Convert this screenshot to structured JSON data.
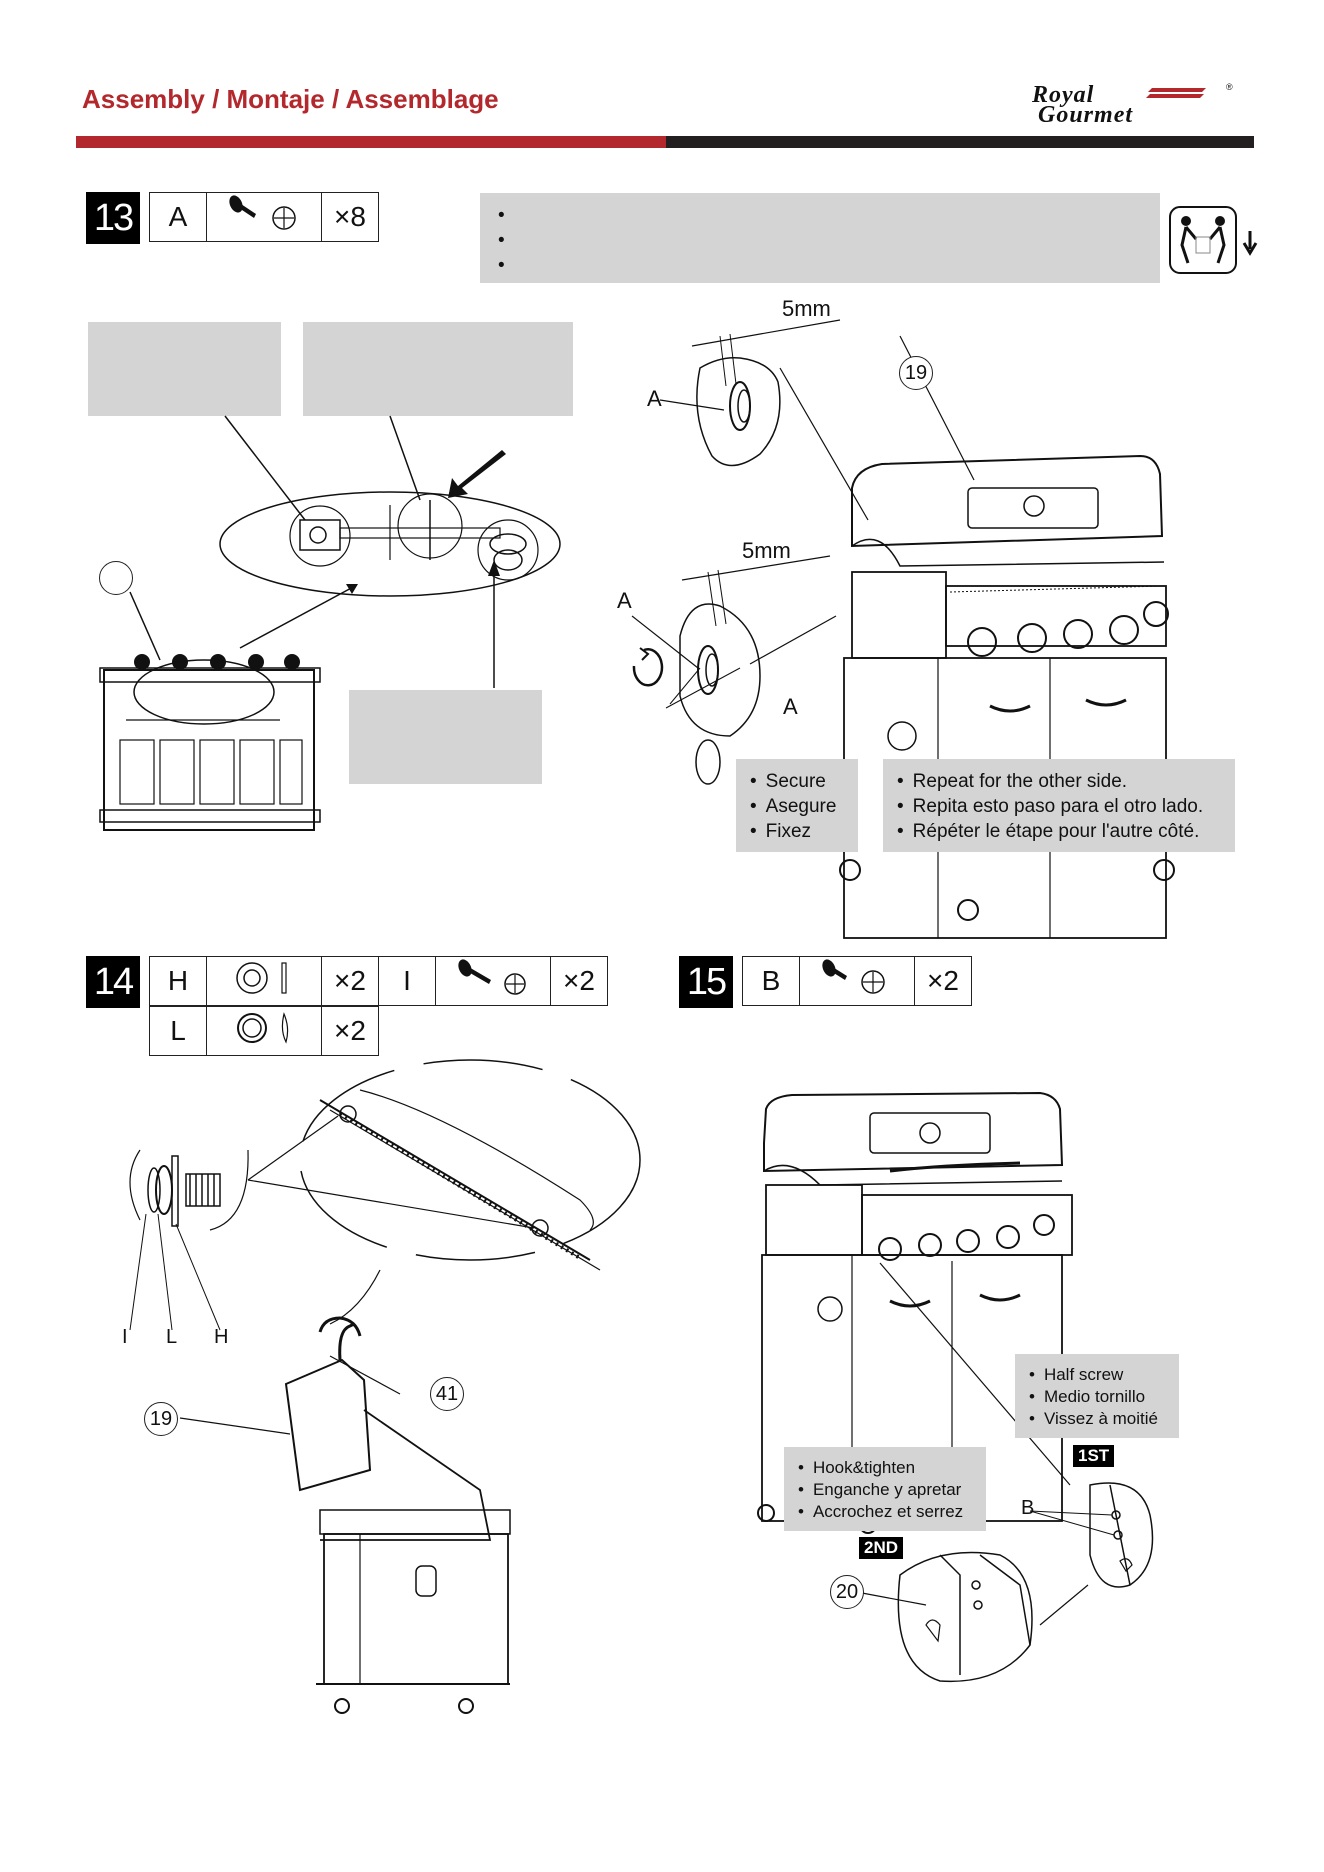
{
  "header": {
    "title": "Assembly / Montaje / Assemblage",
    "logo_line1": "Royal",
    "logo_line2": "Gourmet",
    "logo_reg": "®"
  },
  "step13": {
    "number": "13",
    "parts": [
      {
        "letter": "A",
        "qty": "×8"
      }
    ],
    "instructions_box": [
      "",
      "",
      ""
    ],
    "dim_top": "5mm",
    "dim_mid": "5mm",
    "label_a1": "A",
    "label_a2": "A",
    "label_a3": "A",
    "callout_19": "19",
    "secure_box": [
      "Secure",
      "Asegure",
      "Fixez"
    ],
    "repeat_box": [
      "Repeat for the other side.",
      "Repita esto paso para el otro lado.",
      "Répéter le étape pour l'autre côté."
    ]
  },
  "step14": {
    "number": "14",
    "parts": [
      {
        "letter": "H",
        "qty": "×2"
      },
      {
        "letter": "I",
        "qty": "×2"
      },
      {
        "letter": "L",
        "qty": "×2"
      }
    ],
    "label_i": "I",
    "label_l": "L",
    "label_h": "H",
    "callout_19": "19",
    "callout_41": "41"
  },
  "step15": {
    "number": "15",
    "parts": [
      {
        "letter": "B",
        "qty": "×2"
      }
    ],
    "half_screw_box": [
      "Half screw",
      "Medio tornillo",
      "Vissez à moitié"
    ],
    "hook_box": [
      "Hook&tighten",
      "Enganche y apretar",
      "Accrochez et serrez"
    ],
    "tag_1st": "1ST",
    "tag_2nd": "2ND",
    "label_b": "B",
    "callout_20": "20"
  }
}
